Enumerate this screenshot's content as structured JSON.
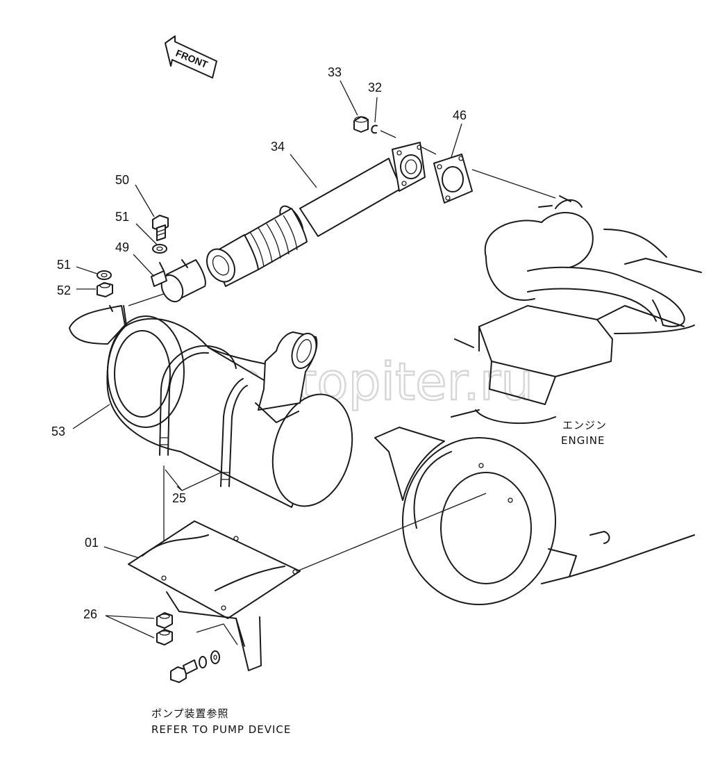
{
  "direction": {
    "front_label": "FRONT"
  },
  "watermark": {
    "text": "autopiter.ru"
  },
  "engine": {
    "label_jp": "エンジン",
    "label_en": "ENGINE"
  },
  "note": {
    "text_jp": "ポンプ装置参照",
    "text_en": "REFER TO PUMP DEVICE"
  },
  "callouts": {
    "c33": "33",
    "c32": "32",
    "c34": "34",
    "c46": "46",
    "c50": "50",
    "c51a": "51",
    "c49": "49",
    "c51b": "51",
    "c52": "52",
    "c53": "53",
    "c25": "25",
    "c01": "01",
    "c26": "26"
  }
}
